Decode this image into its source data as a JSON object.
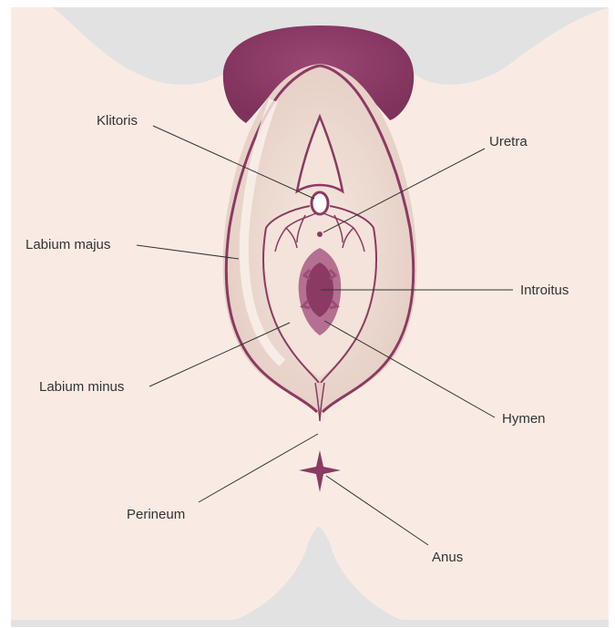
{
  "labels": {
    "klitoris": "Klitoris",
    "uretra": "Uretra",
    "labium_majus": "Labium majus",
    "introitus": "Introitus",
    "labium_minus": "Labium minus",
    "hymen": "Hymen",
    "perineum": "Perineum",
    "anus": "Anus"
  },
  "colors": {
    "skin": "#f9ebe4",
    "background_gray": "#e2e2e2",
    "mons": "#8b3a63",
    "outline": "#8b3a63",
    "inner_fold": "#e8d2c9",
    "vestibule": "#f3e3da",
    "opening": "#b56f91",
    "opening_dark": "#8b3a63",
    "leader": "#333333",
    "label_text": "#333333"
  }
}
